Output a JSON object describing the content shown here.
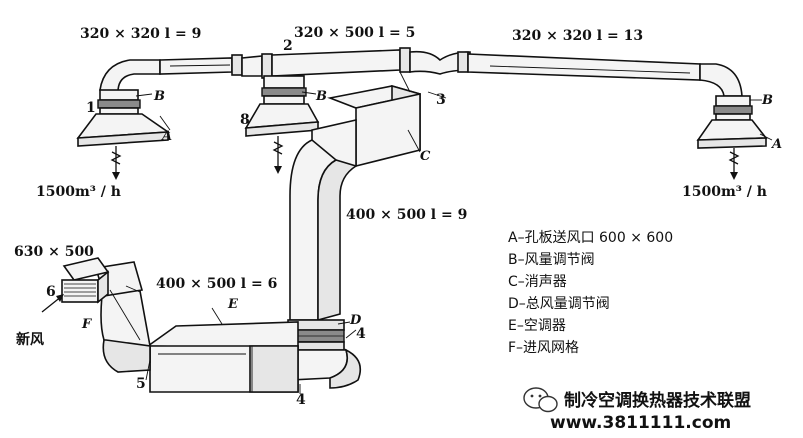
{
  "dimensions": {
    "top_left": "320 × 320  l = 9",
    "top_middle": "320 × 500  l = 5",
    "top_right": "320 × 320  l = 13",
    "vertical_main": "400 × 500  l = 9",
    "lower_duct": "400 × 500  l = 6",
    "fresh_air_inlet": "630 × 500"
  },
  "flows": {
    "left": "1500m³ / h",
    "right": "1500m³ / h"
  },
  "point_numbers": {
    "n1": "1",
    "n2": "2",
    "n3": "3",
    "n4a": "4",
    "n4b": "4",
    "n5": "5",
    "n6": "6",
    "n8": "8"
  },
  "component_letters": {
    "A_left": "A",
    "A_right": "A",
    "B_left": "B",
    "B_mid": "B",
    "B_right": "B",
    "C": "C",
    "D": "D",
    "E": "E",
    "F": "F"
  },
  "fresh_air_label": "新风",
  "legend": [
    "A–孔板送风口  600 × 600",
    "B–风量调节阀",
    "C–消声器",
    "D–总风量调节阀",
    "E–空调器",
    "F–进风网格"
  ],
  "watermark": {
    "brand": "制冷空调换热器技术联盟",
    "url": "www.3811111.com"
  }
}
